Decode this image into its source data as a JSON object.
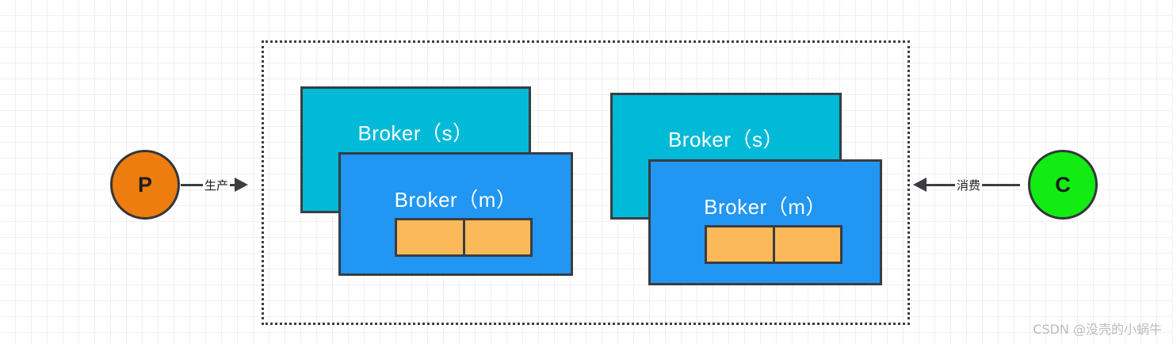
{
  "diagram": {
    "title": "Message queue broker cluster diagram",
    "colors": {
      "broker_slave": "#01bad7",
      "broker_master": "#2196f3",
      "partition": "#fbb95a",
      "producer": "#ed7d0e",
      "consumer": "#12ec12",
      "stroke": "#3a3d42",
      "grid": "#f0f0f0"
    },
    "producer": {
      "label": "P",
      "connector_label": "生产"
    },
    "consumer": {
      "label": "C",
      "connector_label": "消费"
    },
    "cluster": {
      "broker_groups": [
        {
          "slave_label": "Broker（s）",
          "master_label": "Broker（m）",
          "partitions": [
            "",
            ""
          ]
        },
        {
          "slave_label": "Broker（s）",
          "master_label": "Broker（m）",
          "partitions": [
            "",
            ""
          ]
        }
      ]
    },
    "watermark": "CSDN @没壳的小蜗牛"
  }
}
